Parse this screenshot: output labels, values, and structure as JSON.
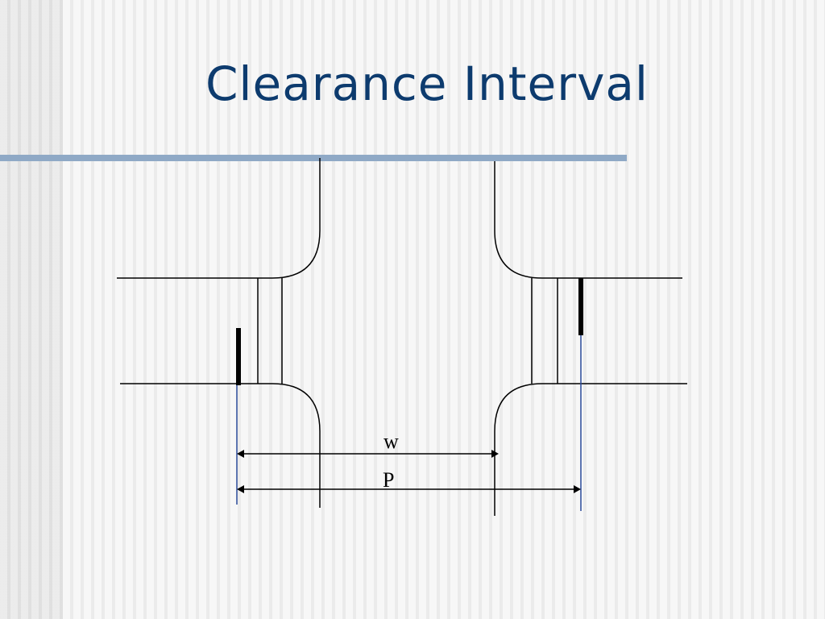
{
  "slide": {
    "title": "Clearance Interval"
  },
  "diagram": {
    "labels": {
      "w": "w",
      "P": "P"
    },
    "colors": {
      "title": "#0d3b6e",
      "rule": "#8fa9c6",
      "reference_line": "#2a4a9a",
      "stroke": "#000000"
    }
  }
}
